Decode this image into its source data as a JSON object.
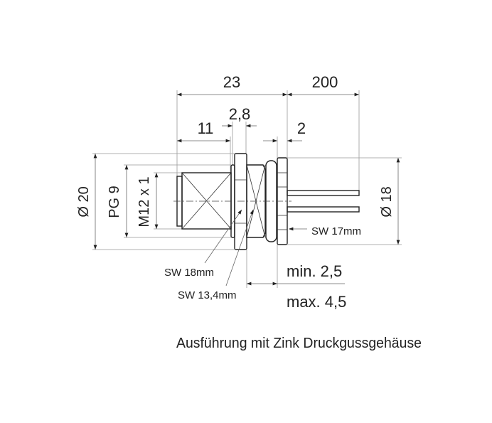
{
  "drawing": {
    "dimensions": {
      "overall_length": "23",
      "cable_length": "200",
      "front_length": "11",
      "washer_width": "2,8",
      "nut_width": "2",
      "outer_diameter": "Ø 20",
      "thread_pg": "PG 9",
      "thread_m12": "M12 x 1",
      "rear_diameter": "Ø 18",
      "wall_min": "min. 2,5",
      "wall_max": "max. 4,5"
    },
    "callouts": {
      "sw18": "SW 18mm",
      "sw13": "SW 13,4mm",
      "sw17": "SW 17mm"
    },
    "caption": "Ausführung mit Zink Druckgussgehäuse"
  }
}
